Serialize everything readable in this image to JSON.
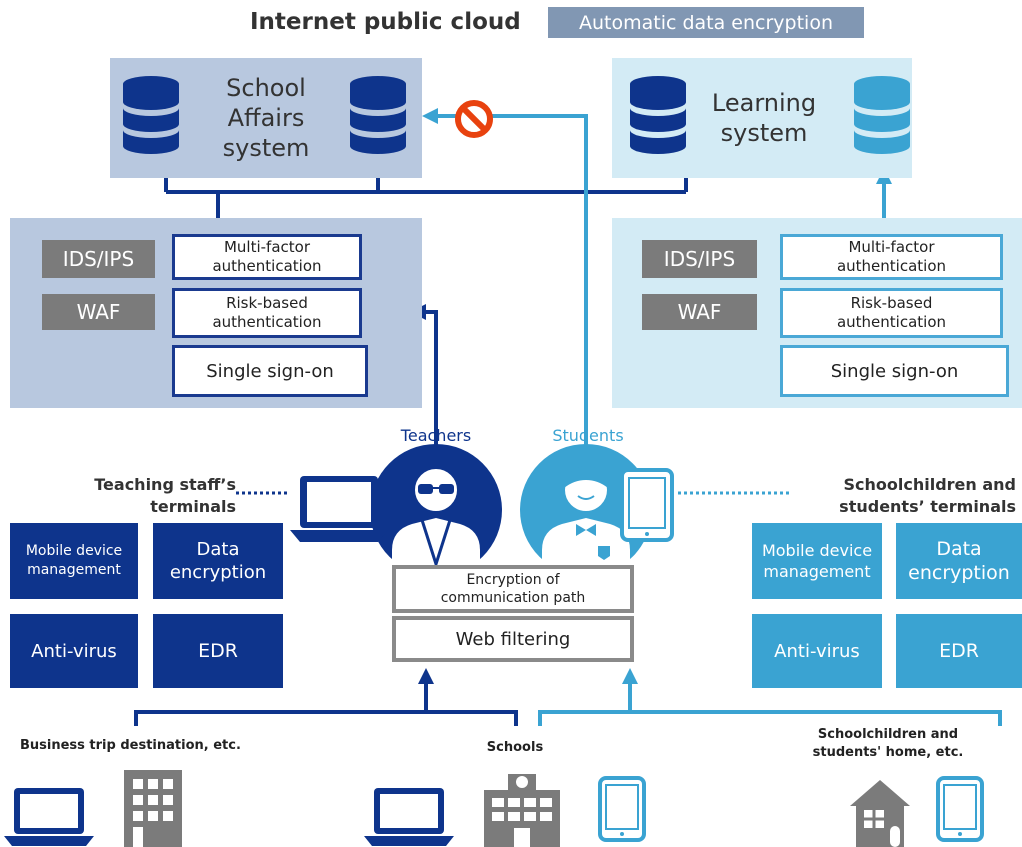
{
  "header": {
    "title": "Internet public cloud",
    "tag": "Automatic data encryption"
  },
  "cloud": {
    "school_affairs": "School\nAffairs\nsystem",
    "learning": "Learning\nsystem"
  },
  "security_left": {
    "ids_ips": "IDS/IPS",
    "waf": "WAF",
    "mfa": "Multi-factor authentication",
    "rba": "Risk-based authentication",
    "sso": "Single sign-on"
  },
  "security_right": {
    "ids_ips": "IDS/IPS",
    "waf": "WAF",
    "mfa": "Multi-factor authentication",
    "rba": "Risk-based authentication",
    "sso": "Single sign-on"
  },
  "users": {
    "teachers": "Teachers",
    "students": "Students"
  },
  "teacher_terminals": {
    "title": "Teaching staff’s terminals",
    "mdm": "Mobile device management",
    "data_enc": "Data encryption",
    "antivirus": "Anti-virus",
    "edr": "EDR"
  },
  "student_terminals": {
    "title": "Schoolchildren and students’ terminals",
    "mdm": "Mobile device management",
    "data_enc": "Data encryption",
    "antivirus": "Anti-virus",
    "edr": "EDR"
  },
  "network": {
    "encryption": "Encryption of communication path",
    "web_filtering": "Web filtering"
  },
  "locations": {
    "business_trip": "Business trip destination, etc.",
    "schools": "Schools",
    "home": "Schoolchildren and students' home, etc."
  },
  "colors": {
    "dark_blue": "#0e348c",
    "light_blue": "#3aa3d2",
    "blocked": "#e8420f"
  }
}
